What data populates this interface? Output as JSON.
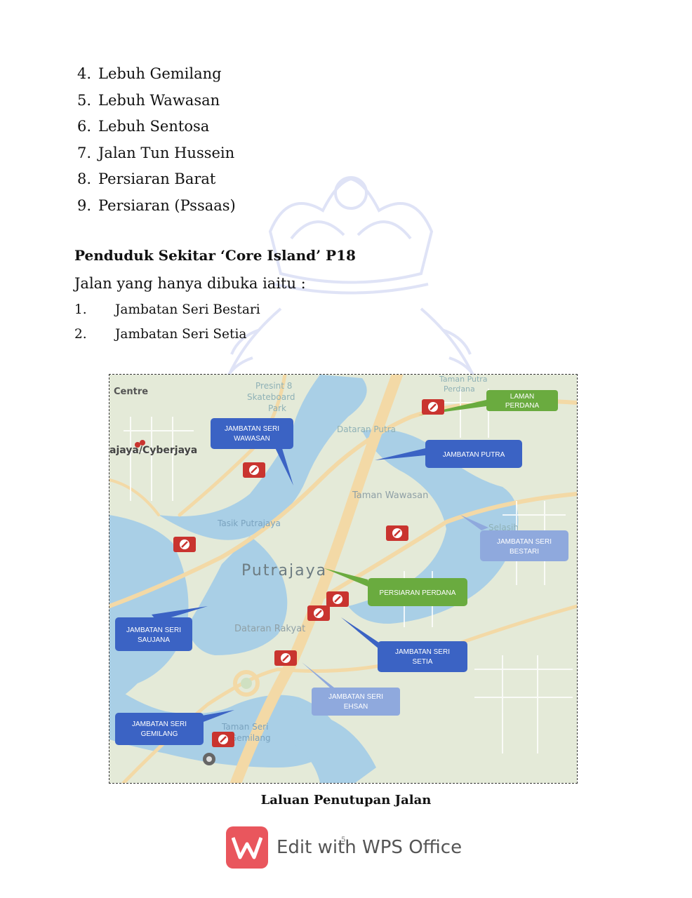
{
  "list_top": [
    {
      "num": "4.",
      "text": "Lebuh Gemilang"
    },
    {
      "num": "5.",
      "text": "Lebuh Wawasan"
    },
    {
      "num": "6.",
      "text": "Lebuh Sentosa"
    },
    {
      "num": "7.",
      "text": "Jalan Tun Hussein"
    },
    {
      "num": "8.",
      "text": "Persiaran Barat"
    },
    {
      "num": "9.",
      "text": "Persiaran (Pssaas)"
    }
  ],
  "section": {
    "heading": "Penduduk Sekitar ‘Core Island’ P18",
    "intro": "Jalan yang hanya dibuka iaitu :",
    "open_roads": [
      {
        "num": "1.",
        "text": "Jambatan Seri Bestari"
      },
      {
        "num": "2.",
        "text": "Jambatan Seri Setia"
      }
    ]
  },
  "map": {
    "place_labels": {
      "centre": "Centre",
      "cyberjaya": "ajaya/Cyberjaya",
      "presint8": "Presint 8",
      "skateboard": "Skateboard",
      "park": "Park",
      "dataran_putra": "Dataran Putra",
      "taman_putra": "Taman Putra",
      "perdana": "Perdana",
      "taman_wawasan": "Taman Wawasan",
      "tasik": "Tasik Putrajaya",
      "putrajaya": "Putrajaya",
      "dataran_rakyat": "Dataran Rakyat",
      "selasih": "Selasih",
      "taman_seri": "Taman Seri",
      "gemilang_frag": "Gemilang"
    },
    "callouts": {
      "laman_perdana": [
        "LAMAN",
        "PERDANA"
      ],
      "jambatan_seri_wawasan": [
        "JAMBATAN SERI",
        "WAWASAN"
      ],
      "jambatan_putra": [
        "JAMBATAN PUTRA"
      ],
      "jambatan_seri_bestari": [
        "JAMBATAN SERI",
        "BESTARI"
      ],
      "persiaran_perdana": [
        "PERSIARAN PERDANA"
      ],
      "jambatan_seri_saujana": [
        "JAMBATAN SERI",
        "SAUJANA"
      ],
      "jambatan_seri_setia": [
        "JAMBATAN SERI",
        "SETIA"
      ],
      "jambatan_seri_ehsan": [
        "JAMBATAN SERI",
        "EHSAN"
      ],
      "jambatan_seri_gemilang": [
        "JAMBATAN SERI",
        "GEMILANG"
      ]
    },
    "colors": {
      "water": "#a9cfe6",
      "land": "#e4ead8",
      "road": "#f3d9a6",
      "callout_blue": "#3b63c4",
      "callout_light": "#8fa9dd",
      "callout_green": "#6aab3f",
      "no_entry": "#c9342f"
    }
  },
  "caption": "Laluan Penutupan Jalan",
  "footer": {
    "brand_text": "Edit with WPS Office",
    "page_number": "5"
  }
}
